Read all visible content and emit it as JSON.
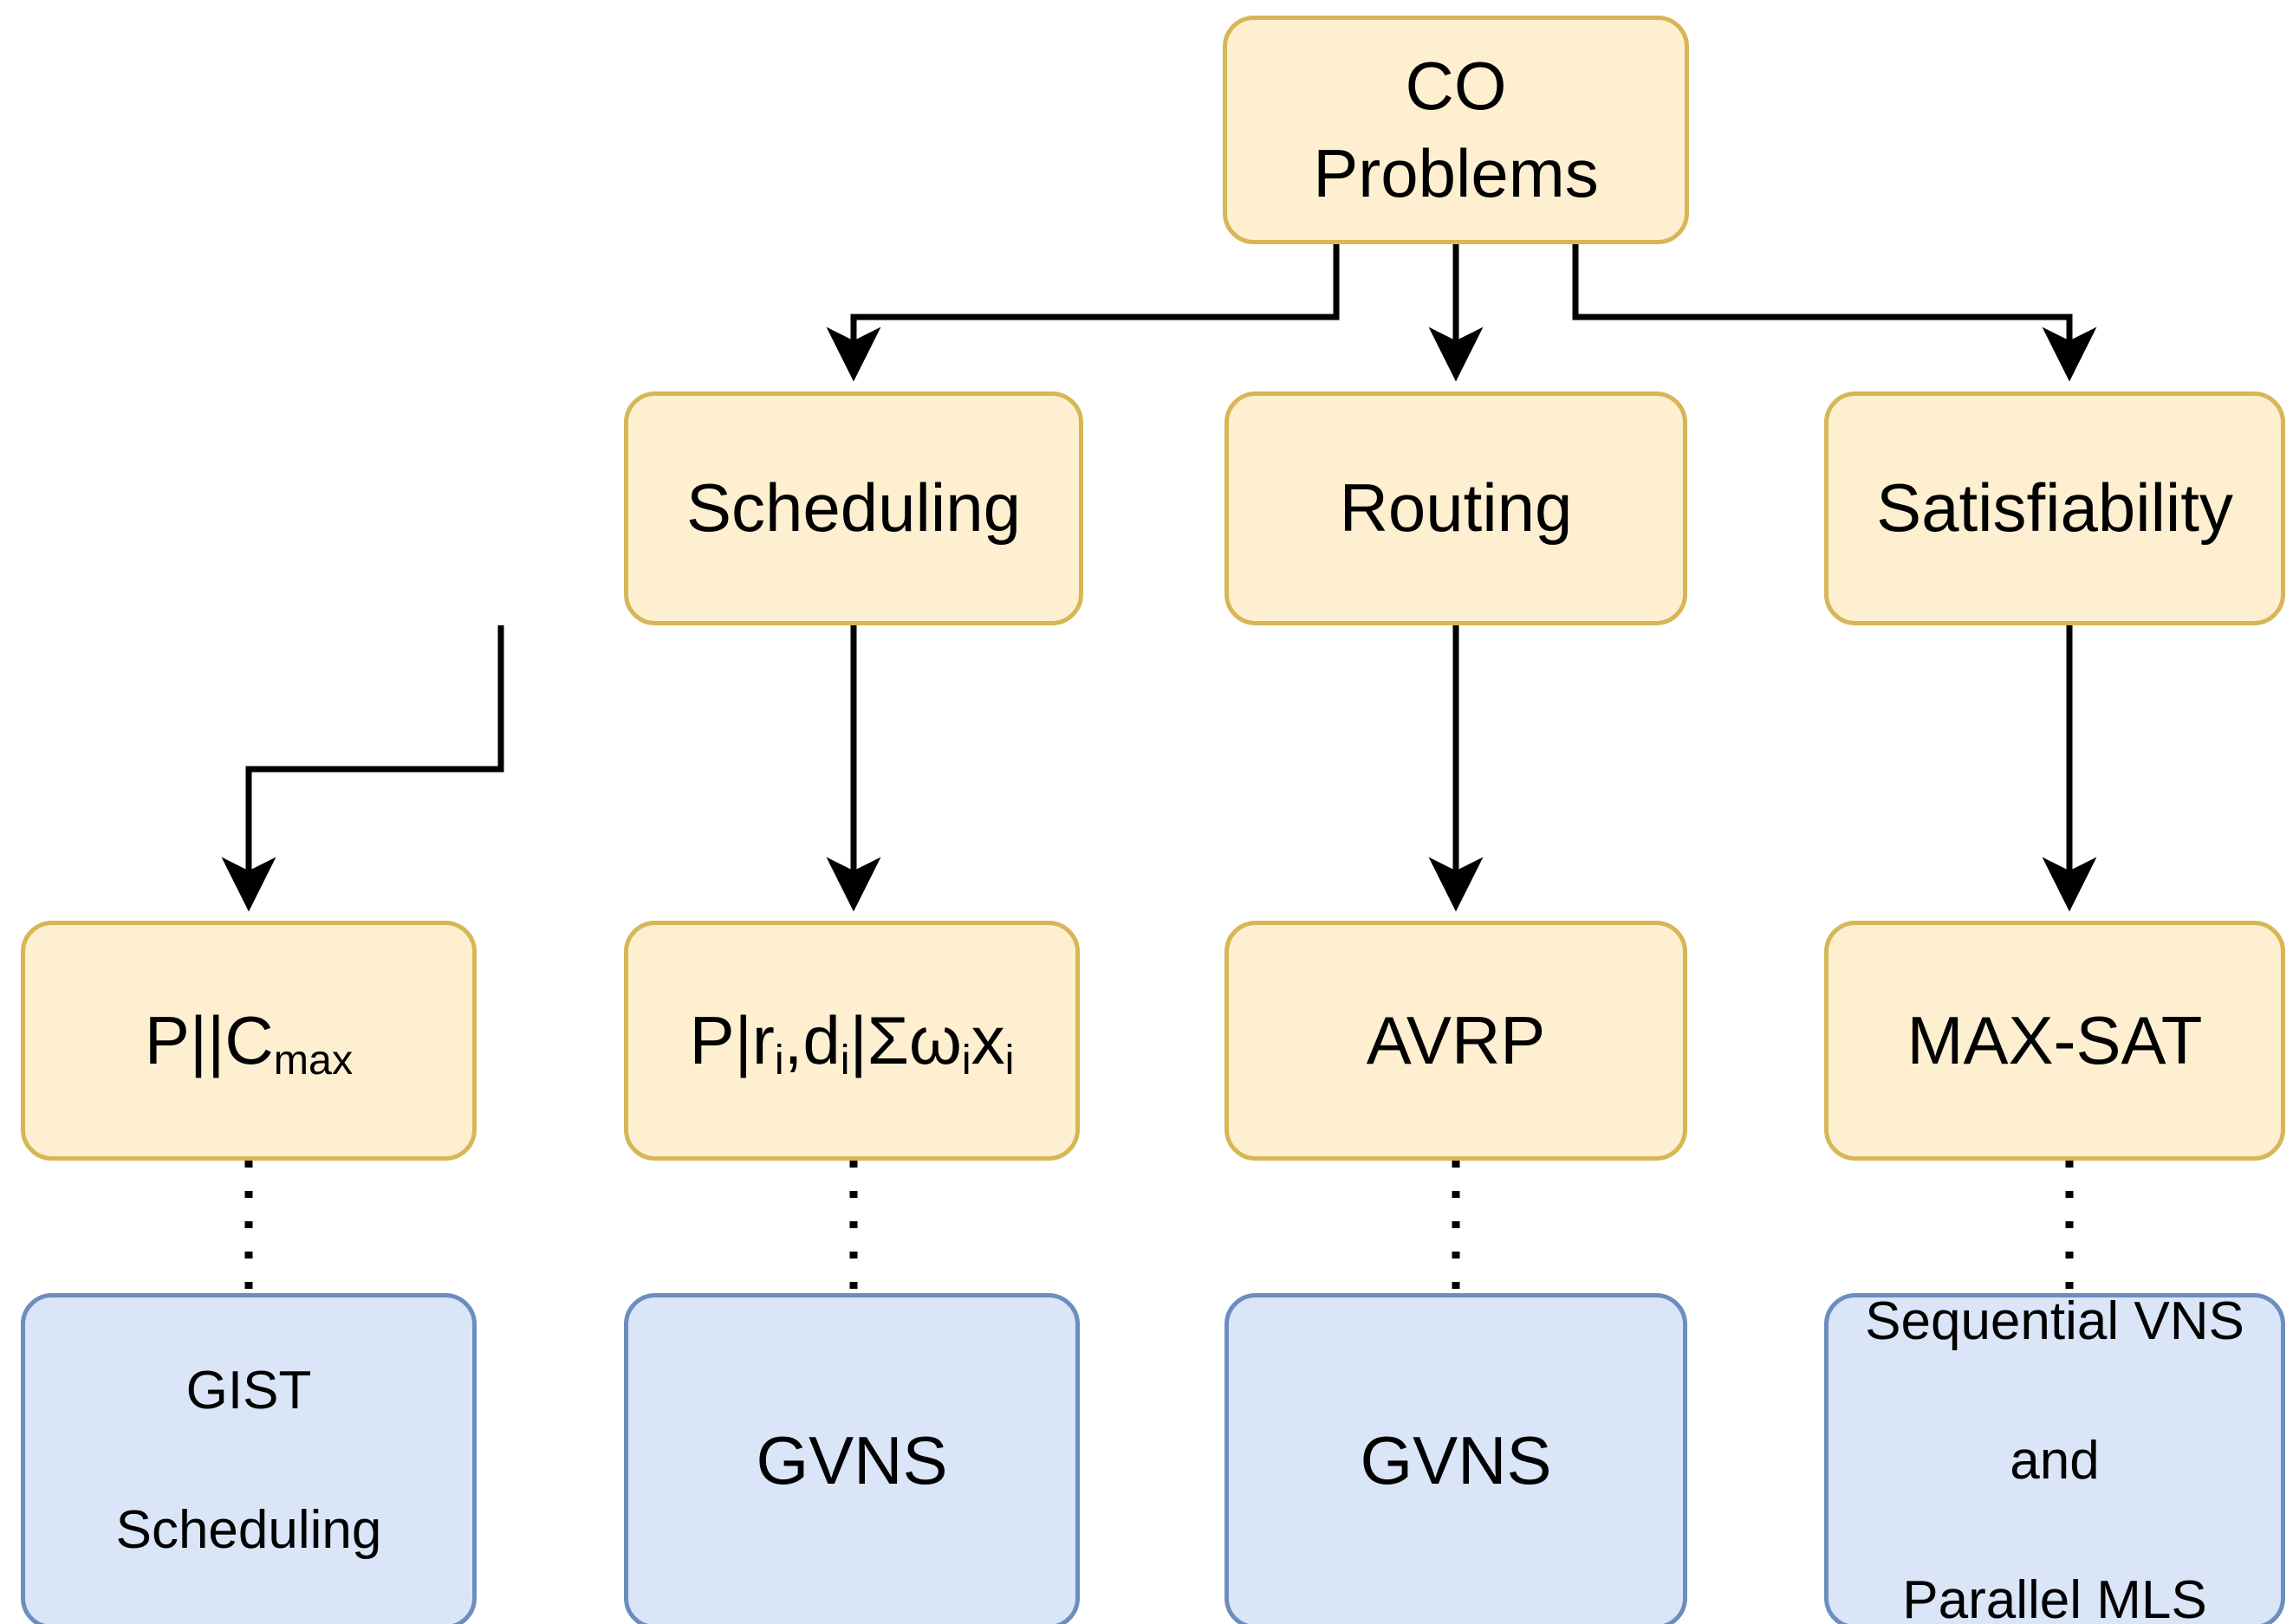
{
  "diagram": {
    "title": "CO Problems taxonomy and solution methods",
    "colors": {
      "problem_fill": "#fdefd0",
      "problem_border": "#d6b656",
      "method_fill": "#dae5f7",
      "method_border": "#6c8ebf",
      "edge": "#000000",
      "background": "#ffffff"
    },
    "root": {
      "line1": "CO",
      "line2": "Problems"
    },
    "categories": [
      {
        "label": "Scheduling"
      },
      {
        "label": "Routing"
      },
      {
        "label": "Satisfiability"
      }
    ],
    "problems": [
      {
        "base": "P||C",
        "sub": "max",
        "suffix": ""
      },
      {
        "base": "P|r",
        "sub": "i",
        "suffix": ",d",
        "sub2": "i",
        "suffix2": "|Σω",
        "sub3": "i",
        "suffix3": "x",
        "sub4": "i",
        "plain": "P|ri,di|Σωixi"
      },
      {
        "base": "AVRP",
        "sub": "",
        "suffix": ""
      },
      {
        "base": "MAX-SAT",
        "sub": "",
        "suffix": ""
      }
    ],
    "methods": [
      {
        "lines": [
          "GIST",
          "Scheduling"
        ]
      },
      {
        "lines": [
          "GVNS"
        ]
      },
      {
        "lines": [
          "GVNS"
        ]
      },
      {
        "lines": [
          "Sequential VNS",
          "and",
          "Parallel MLS"
        ]
      }
    ]
  }
}
